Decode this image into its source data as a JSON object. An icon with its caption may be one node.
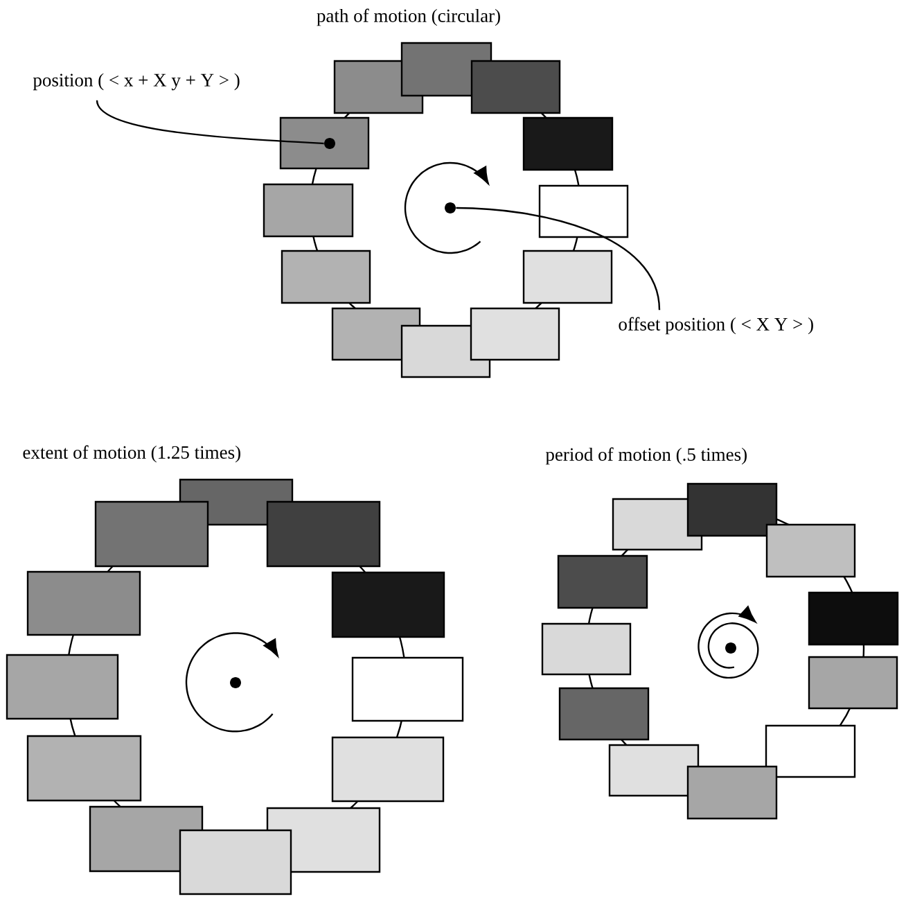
{
  "diagram": {
    "nodes": [
      {
        "text": [
          "position ( < x + X  y + Y > )"
        ]
      },
      {
        "text": [],
        "shape": "circle"
      },
      {
        "text": [
          "offset position ( < X  Y > )"
        ]
      },
      {
        "text": [],
        "shape": "circle"
      }
    ],
    "edges": [
      {
        "from": 0,
        "to": 1,
        "arrow": "none"
      },
      {
        "from": 2,
        "to": 3,
        "arrow": "none"
      }
    ],
    "labels": [
      "path of motion (circular)",
      "extent of motion (1.25 times)",
      "period of motion (.5 times)"
    ]
  }
}
